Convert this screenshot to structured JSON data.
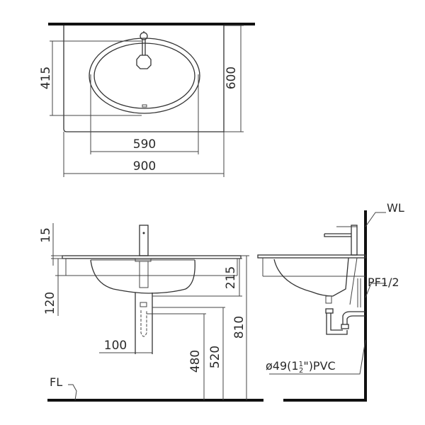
{
  "plan_view": {
    "dims": {
      "depth_overall": "600",
      "bowl_depth": "415",
      "bowl_width": "590",
      "overall_width": "900"
    }
  },
  "front_view": {
    "dims": {
      "deck_thickness": "15",
      "apron_height": "120",
      "bowl_depth": "215",
      "waste_spacing": "100",
      "trap_outlet_height": "480",
      "drain_height": "520",
      "rim_height": "810"
    },
    "labels": {
      "floor": "FL"
    }
  },
  "side_view": {
    "labels": {
      "wall": "WL",
      "supply": "PF1/2",
      "drain_pipe_prefix": "ø49(1",
      "drain_pipe_frac_num": "1",
      "drain_pipe_frac_den": "2",
      "drain_pipe_suffix": "\")PVC"
    }
  }
}
